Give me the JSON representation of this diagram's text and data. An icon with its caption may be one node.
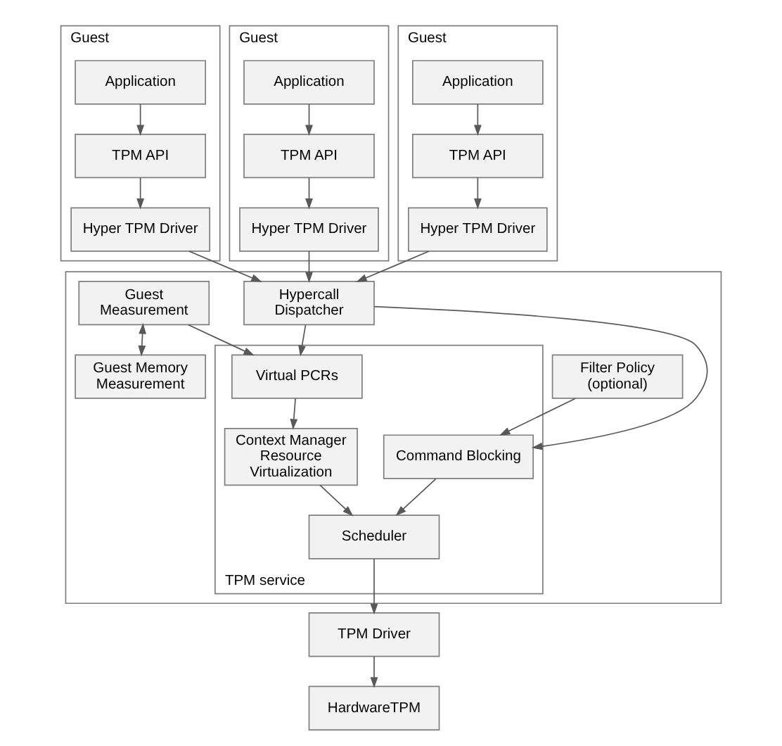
{
  "diagram": {
    "nodes": [
      {
        "text": [
          "Guest"
        ]
      },
      {
        "text": [
          "Application"
        ],
        "in": 0
      },
      {
        "text": [
          "TPM API"
        ],
        "in": 0
      },
      {
        "text": [
          "Hyper TPM Driver"
        ],
        "in": 0
      },
      {
        "text": [
          "Guest"
        ]
      },
      {
        "text": [
          "Application"
        ],
        "in": 4
      },
      {
        "text": [
          "TPM API"
        ],
        "in": 4
      },
      {
        "text": [
          "Hyper TPM Driver"
        ],
        "in": 4
      },
      {
        "text": [
          "Guest"
        ]
      },
      {
        "text": [
          "Application"
        ],
        "in": 8
      },
      {
        "text": [
          "TPM API"
        ],
        "in": 8
      },
      {
        "text": [
          "Hyper TPM Driver"
        ],
        "in": 8
      },
      {
        "text": [],
        "shape": "box"
      },
      {
        "text": [
          "Hypercall Dispatcher"
        ],
        "in": 12
      },
      {
        "text": [
          "Filter Policy (optional)"
        ],
        "in": 12
      },
      {
        "text": [
          "TPM service"
        ],
        "in": 12
      },
      {
        "text": [
          "Command Blocking"
        ],
        "in": 15
      },
      {
        "text": [
          "Virtual PCRs"
        ],
        "in": 15
      },
      {
        "text": [
          "Scheduler"
        ],
        "in": 15
      },
      {
        "text": [
          "Context Manager Resource Virtualization"
        ],
        "in": 15
      },
      {
        "text": [
          "Guest Measurement"
        ],
        "in": 12
      },
      {
        "text": [
          "Guest Memory Measurement"
        ],
        "in": 12
      },
      {
        "text": [
          "TPM Driver"
        ]
      },
      {
        "text": [
          "HardwareTPM"
        ]
      }
    ],
    "edges": [
      {
        "from": 1,
        "to": 2,
        "arrow": "to"
      },
      {
        "from": 2,
        "to": 3,
        "arrow": "to"
      },
      {
        "from": 5,
        "to": 6,
        "arrow": "to"
      },
      {
        "from": 6,
        "to": 7,
        "arrow": "to"
      },
      {
        "from": 9,
        "to": 10,
        "arrow": "to"
      },
      {
        "from": 10,
        "to": 11,
        "arrow": "to"
      },
      {
        "from": 3,
        "to": 13,
        "arrow": "to"
      },
      {
        "from": 7,
        "to": 13,
        "arrow": "to"
      },
      {
        "from": 11,
        "to": 13,
        "arrow": "to"
      },
      {
        "from": 13,
        "to": 16,
        "arrow": "to"
      },
      {
        "from": 13,
        "to": 17,
        "arrow": "to"
      },
      {
        "from": 14,
        "to": 16,
        "arrow": "to"
      },
      {
        "from": 20,
        "to": 17,
        "arrow": "to"
      },
      {
        "from": 20,
        "to": 21,
        "arrow": "both"
      },
      {
        "from": 17,
        "to": 19,
        "arrow": "to"
      },
      {
        "from": 16,
        "to": 18,
        "arrow": "to"
      },
      {
        "from": 19,
        "to": 18,
        "arrow": "to"
      },
      {
        "from": 18,
        "to": 22,
        "arrow": "to"
      },
      {
        "from": 22,
        "to": 23,
        "arrow": "to"
      }
    ]
  }
}
